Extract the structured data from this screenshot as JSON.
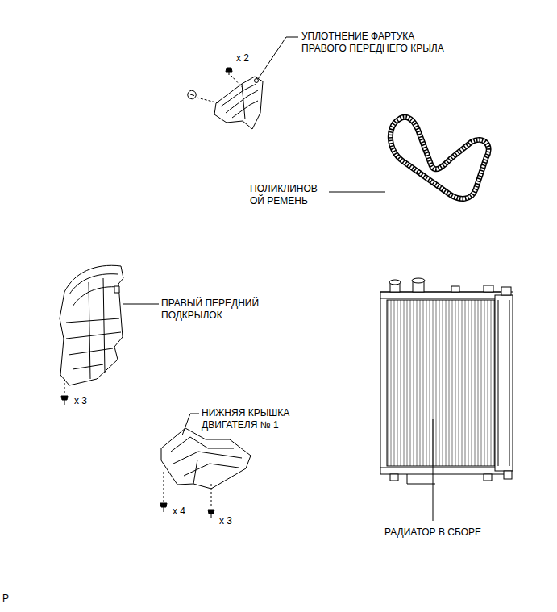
{
  "diagram": {
    "labels": [
      "УПЛОТНЕНИЕ ФАРТУКА ПРАВОГО ПЕРЕДНЕГО КРЫЛА",
      "x 2",
      "ПОЛИКЛИНОВ ОЙ РЕМЕНЬ",
      "ПРАВЫЙ ПЕРЕДНИЙ ПОДКРЫЛОК",
      "x 3",
      "НИЖНЯЯ КРЫШКА ДВИГАТЕЛЯ № 1",
      "x 4",
      "x 3",
      "РАДИАТОР В СБОРЕ",
      "P"
    ]
  }
}
